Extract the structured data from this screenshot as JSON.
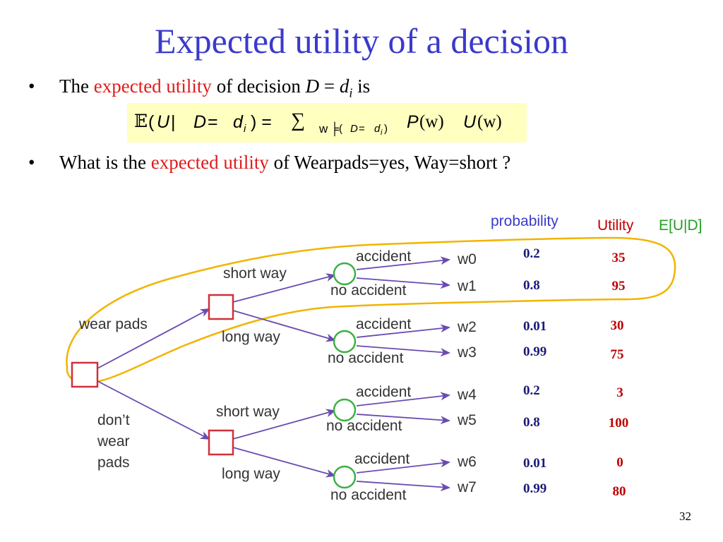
{
  "title": "Expected utility of a decision",
  "bullets": [
    {
      "prefix": "The ",
      "highlight": "expected utility",
      "middle": "  of decision ",
      "var": "D",
      "eq": " = ",
      "val": "d",
      "sub": "i",
      "suffix": " is"
    },
    {
      "prefix": "What is the ",
      "highlight": "expected utility",
      "suffix": " of Wearpads=yes, Way=short ?"
    }
  ],
  "formula": {
    "bb_e": "𝔼",
    "open": "(",
    "u": "U",
    "bar": " | ",
    "d": "D",
    "eq": " = ",
    "di": "d",
    "sub_i": "i",
    "close_eq": " ) = ",
    "sigma": "∑",
    "w": "w",
    "models": "╞",
    "cond_open": " (",
    "cond_d": "D",
    "cond_eq": " = ",
    "cond_di": "d",
    "cond_sub": "i",
    "cond_close": " )",
    "p": "P",
    "pw": "(w)",
    "u2": "U",
    "uw": "(w)"
  },
  "headers": {
    "probability": "probability",
    "utility": "Utility",
    "expected": "E[U|D]"
  },
  "tree": {
    "root_labels": {
      "wear": "wear pads",
      "dont_1": "don’t",
      "dont_2": "wear",
      "dont_3": "pads"
    },
    "way_labels": [
      "short way",
      "long way",
      "short way",
      "long way"
    ],
    "outcomes": [
      {
        "event": "accident",
        "world": "w0",
        "prob": "0.2",
        "utility": "35"
      },
      {
        "event": "no accident",
        "world": "w1",
        "prob": "0.8",
        "utility": "95"
      },
      {
        "event": "accident",
        "world": "w2",
        "prob": "0.01",
        "utility": "30"
      },
      {
        "event": "no accident",
        "world": "w3",
        "prob": "0.99",
        "utility": "75"
      },
      {
        "event": "accident",
        "world": "w4",
        "prob": "0.2",
        "utility": "3"
      },
      {
        "event": "no accident",
        "world": "w5",
        "prob": "0.8",
        "utility": "100"
      },
      {
        "event": "accident",
        "world": "w6",
        "prob": "0.01",
        "utility": "0"
      },
      {
        "event": "no accident",
        "world": "w7",
        "prob": "0.99",
        "utility": "80"
      }
    ]
  },
  "colors": {
    "title": "#3a3acc",
    "highlight": "#e01b1b",
    "decision_node": "#d0303a",
    "chance_node": "#3cb043",
    "arrow": "#6a4bb0",
    "lasso": "#f2b400",
    "probability_header": "#3a3acc",
    "utility_header": "#c00000",
    "expected_header": "#22a022"
  },
  "page_number": "32"
}
